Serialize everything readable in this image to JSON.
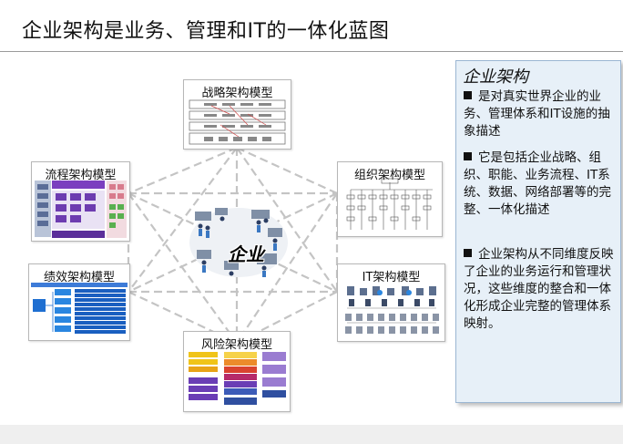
{
  "page": {
    "title": "企业架构是业务、管理和IT的一体化蓝图"
  },
  "diagram": {
    "center_label": "企业",
    "nodes": {
      "strategy": "战略架构模型",
      "process": "流程架构模型",
      "org": "组织架构模型",
      "perf": "绩效架构模型",
      "it": "IT架构模型",
      "risk": "风险架构模型"
    }
  },
  "sidebar": {
    "heading": "企业架构",
    "bullets": [
      "是对真实世界企业的业务、管理体系和IT设施的抽象描述",
      "它是包括企业战略、组织、职能、业务流程、IT系统、数据、网络部署等的完整、一体化描述",
      "企业架构从不同维度反映了企业的业务运行和管理状况，这些维度的整合和一体化形成企业完整的管理体系映射。"
    ]
  },
  "colors": {
    "connector": "#c4c4c4",
    "panel_bg": "#e7f0f8",
    "panel_border": "#9bb6d3",
    "process_accent": "#7b3fbf",
    "perf_accent": "#1f6fd1",
    "risk_accent": "#6a3db5"
  }
}
